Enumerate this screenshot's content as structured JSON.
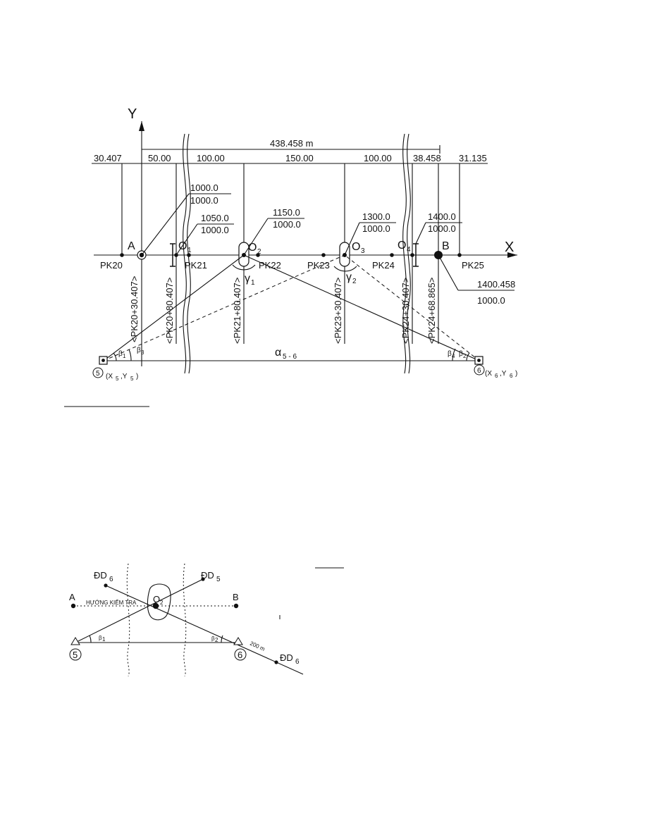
{
  "diagram1": {
    "axis_x": "X",
    "axis_y": "Y",
    "total_length": "438.458 m",
    "dimensions": [
      "30.407",
      "50.00",
      "100.00",
      "150.00",
      "100.00",
      "38.458",
      "31.135"
    ],
    "points": {
      "A": "A",
      "B": "B",
      "O1": "O",
      "O1_sub": "1",
      "O2": "O",
      "O2_sub": "2",
      "O3": "O",
      "O3_sub": "3",
      "O4": "O",
      "O4_sub": "4"
    },
    "pickets": [
      "PK20",
      "PK21",
      "PK22",
      "PK23",
      "PK24",
      "PK25"
    ],
    "coords": {
      "A_top": "1000.0",
      "A_bot": "1000.0",
      "O1_top": "1050.0",
      "O1_bot": "1000.0",
      "O2_top": "1150.0",
      "O2_bot": "1000.0",
      "O3_top": "1300.0",
      "O3_bot": "1000.0",
      "O4_top": "1400.0",
      "O4_bot": "1000.0",
      "B_top": "1400.458",
      "B_bot": "1000.0"
    },
    "chainages": [
      "<PK20+30.407>",
      "<PK20+80.407>",
      "<PK21+80.407>",
      "<PK23+30.407>",
      "<PK24+30.407>",
      "<PK24+68.865>"
    ],
    "station5": "5",
    "station6": "6",
    "station5_coords": "(X",
    "station5_coords_s1": "5",
    "station5_coords_mid": ",Y",
    "station5_coords_s2": "5",
    "station5_coords_end": ")",
    "station6_coords": "(X",
    "station6_coords_s1": "6",
    "station6_coords_mid": ",Y",
    "station6_coords_s2": "6",
    "station6_coords_end": ")",
    "alpha": "α",
    "alpha_sub": "5 - 6",
    "beta1": "β",
    "beta1_sub": "1",
    "beta3": "β",
    "beta3_sub": "3",
    "beta4": "β",
    "beta4_sub": "4",
    "beta2": "β",
    "beta2_sub": "2",
    "gamma1": "γ",
    "gamma1_sub": "1",
    "gamma2": "γ",
    "gamma2_sub": "2"
  },
  "diagram2": {
    "A": "A",
    "B": "B",
    "O2": "O",
    "O2_sub": "2",
    "check_direction": "HƯỚNG KIỂM TRA",
    "dd6_top": "ĐD",
    "dd6_top_sub": "6",
    "dd5": "ĐD",
    "dd5_sub": "5",
    "dd6_bottom": "ĐD",
    "dd6_bottom_sub": "6",
    "dist": "200 m",
    "station5": "5",
    "station6": "6",
    "beta1": "β",
    "beta1_sub": "1",
    "beta2": "β",
    "beta2_sub": "2"
  }
}
